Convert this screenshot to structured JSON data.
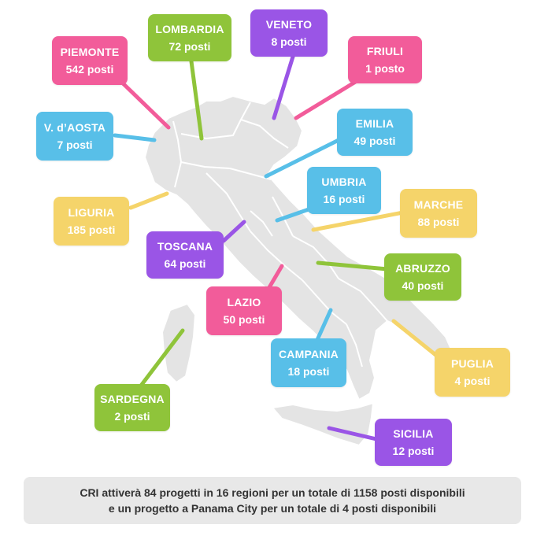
{
  "colors": {
    "pink": "#f25c9a",
    "green": "#8fc43a",
    "purple": "#9a55e6",
    "blue": "#58bfe8",
    "yellow": "#f5d46a",
    "map_fill": "#e4e4e4",
    "map_stroke": "#ffffff"
  },
  "regions": [
    {
      "id": "piemonte",
      "name": "PIEMONTE",
      "count": "542 posti",
      "color": "#f25c9a"
    },
    {
      "id": "lombardia",
      "name": "LOMBARDIA",
      "count": "72 posti",
      "color": "#8fc43a"
    },
    {
      "id": "veneto",
      "name": "VENETO",
      "count": "8 posti",
      "color": "#9a55e6"
    },
    {
      "id": "friuli",
      "name": "FRIULI",
      "count": "1 posto",
      "color": "#f25c9a"
    },
    {
      "id": "aosta",
      "name": "V. d’AOSTA",
      "count": "7 posti",
      "color": "#58bfe8"
    },
    {
      "id": "emilia",
      "name": "EMILIA",
      "count": "49 posti",
      "color": "#58bfe8"
    },
    {
      "id": "umbria",
      "name": "UMBRIA",
      "count": "16 posti",
      "color": "#58bfe8"
    },
    {
      "id": "liguria",
      "name": "LIGURIA",
      "count": "185 posti",
      "color": "#f5d46a"
    },
    {
      "id": "marche",
      "name": "MARCHE",
      "count": "88 posti",
      "color": "#f5d46a"
    },
    {
      "id": "toscana",
      "name": "TOSCANA",
      "count": "64 posti",
      "color": "#9a55e6"
    },
    {
      "id": "abruzzo",
      "name": "ABRUZZO",
      "count": "40 posti",
      "color": "#8fc43a"
    },
    {
      "id": "lazio",
      "name": "LAZIO",
      "count": "50 posti",
      "color": "#f25c9a"
    },
    {
      "id": "campania",
      "name": "CAMPANIA",
      "count": "18 posti",
      "color": "#58bfe8"
    },
    {
      "id": "puglia",
      "name": "PUGLIA",
      "count": "4 posti",
      "color": "#f5d46a"
    },
    {
      "id": "sardegna",
      "name": "SARDEGNA",
      "count": "2 posti",
      "color": "#8fc43a"
    },
    {
      "id": "sicilia",
      "name": "SICILIA",
      "count": "12 posti",
      "color": "#9a55e6"
    }
  ],
  "footer": {
    "line1": "CRI attiverà 84 progetti in 16 regioni per un totale di 1158 posti disponibili",
    "line2": "e un progetto a Panama City per un totale di 4 posti disponibili"
  }
}
